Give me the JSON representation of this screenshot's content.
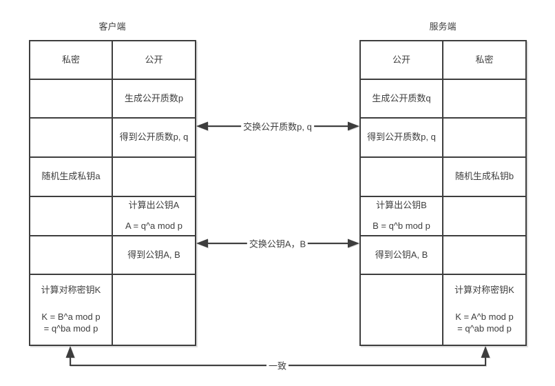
{
  "colors": {
    "line": "#3d3d3d",
    "text": "#3d3d3d",
    "background": "#ffffff"
  },
  "client": {
    "title": "客户端",
    "col1_header": "私密",
    "col2_header": "公开",
    "r2c2": "生成公开质数p",
    "r3c2": "得到公开质数p, q",
    "r4c1": "随机生成私钥a",
    "r5c2_title": "计算出公钥A",
    "r5c2_formula": "A = q^a mod p",
    "r6c2": "得到公钥A, B",
    "r7c1_title": "计算对称密钥K",
    "r7c1_formula": "K = B^a mod p\n= q^ba mod p"
  },
  "server": {
    "title": "服务端",
    "col1_header": "公开",
    "col2_header": "私密",
    "r2c1": "生成公开质数q",
    "r3c1": "得到公开质数p, q",
    "r4c2": "随机生成私钥b",
    "r5c1_title": "计算出公钥B",
    "r5c1_formula": "B = q^b mod p",
    "r6c1": "得到公钥A, B",
    "r7c2_title": "计算对称密钥K",
    "r7c2_formula": "K = A^b mod p\n= q^ab mod p"
  },
  "arrows": {
    "exchange_primes": "交换公开质数p, q",
    "exchange_keys": "交换公钥A，B",
    "consistent": "一致"
  }
}
